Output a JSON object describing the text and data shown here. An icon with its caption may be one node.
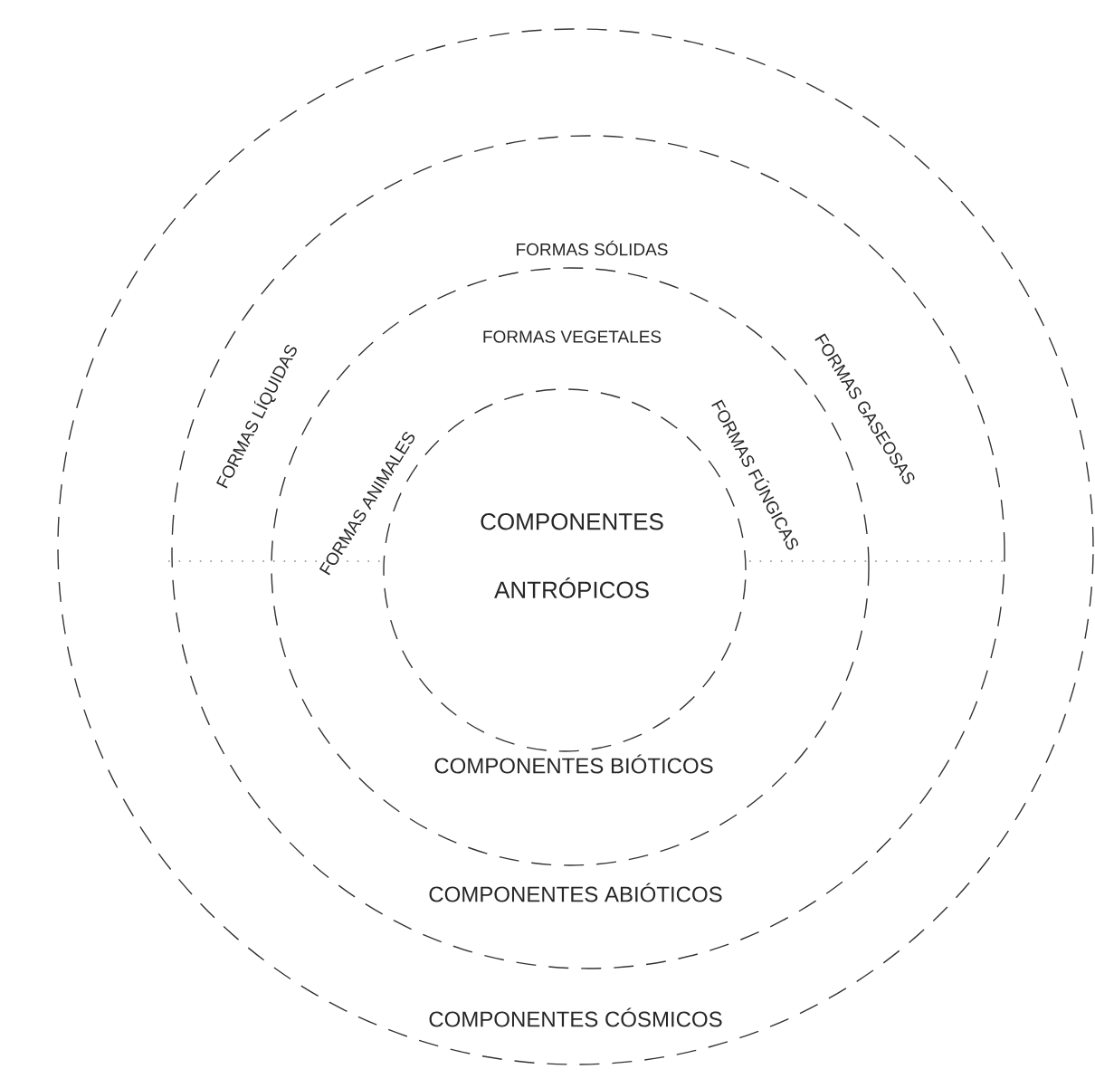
{
  "diagram": {
    "nodes": [
      {
        "text": [
          "COMPONENTES CÓSMICOS"
        ]
      },
      {
        "text": [
          "FORMAS SÓLIDAS",
          "FORMAS LÍQUIDAS",
          "FORMAS GASEOSAS",
          "COMPONENTES ABIÓTICOS"
        ],
        "in": 0
      },
      {
        "text": [
          "FORMAS VEGETALES",
          "FORMAS ANIMALES",
          "FORMAS FÚNGICAS",
          "COMPONENTES BIÓTICOS"
        ],
        "in": 1
      },
      {
        "text": [
          "COMPONENTES ANTRÓPICOS"
        ],
        "in": 2
      }
    ]
  }
}
